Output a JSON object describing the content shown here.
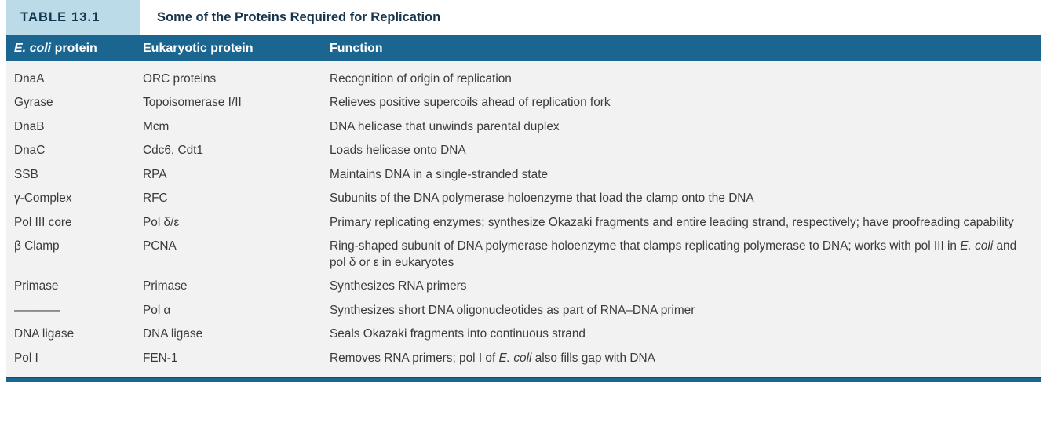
{
  "caption": {
    "badge": "TABLE 13.1",
    "title": "Some of the Proteins Required for Replication"
  },
  "columns": {
    "col1_pre_italic": "E. coli",
    "col1_post": " protein",
    "col2": "Eukaryotic protein",
    "col3": "Function"
  },
  "rows": [
    {
      "ecoli": "DnaA",
      "euk": "ORC proteins",
      "function": "Recognition of origin of replication"
    },
    {
      "ecoli": "Gyrase",
      "euk": "Topoisomerase I/II",
      "function": "Relieves positive supercoils ahead of replication fork"
    },
    {
      "ecoli": "DnaB",
      "euk": "Mcm",
      "function": "DNA helicase that unwinds parental duplex"
    },
    {
      "ecoli": "DnaC",
      "euk": "Cdc6, Cdt1",
      "function": "Loads helicase onto DNA"
    },
    {
      "ecoli": "SSB",
      "euk": "RPA",
      "function": "Maintains DNA in a single-stranded state"
    },
    {
      "ecoli": "γ-Complex",
      "euk": "RFC",
      "function": "Subunits of the DNA polymerase holoenzyme that load the clamp onto the DNA"
    },
    {
      "ecoli": "Pol III core",
      "euk": "Pol δ/ε",
      "function": "Primary replicating enzymes; synthesize Okazaki fragments and entire leading strand, respectively; have proofreading capability"
    },
    {
      "ecoli": "β Clamp",
      "euk": "PCNA",
      "function_part1": "Ring-shaped subunit of DNA polymerase holoenzyme that clamps replicating polymerase to DNA; works with pol III in ",
      "function_italic": "E. coli",
      "function_part2": " and pol δ or ε in eukaryotes"
    },
    {
      "ecoli": "Primase",
      "euk": "Primase",
      "function": "Synthesizes RNA primers"
    },
    {
      "ecoli": "————",
      "euk": "Pol α",
      "function": "Synthesizes short DNA oligonucleotides as part of RNA–DNA primer"
    },
    {
      "ecoli": "DNA ligase",
      "euk": "DNA ligase",
      "function": "Seals Okazaki fragments into continuous strand"
    },
    {
      "ecoli": "Pol I",
      "euk": "FEN-1",
      "function_part1": "Removes RNA primers; pol I of ",
      "function_italic": "E. coli",
      "function_part2": " also fills gap with DNA"
    }
  ],
  "colors": {
    "header_blue": "#1b6691",
    "badge_blue": "#bcdbe9",
    "body_gray": "#f2f2f2",
    "rule_dark": "#0d4a6e",
    "text_dark": "#3b3b3b",
    "caption_text": "#16344b"
  }
}
